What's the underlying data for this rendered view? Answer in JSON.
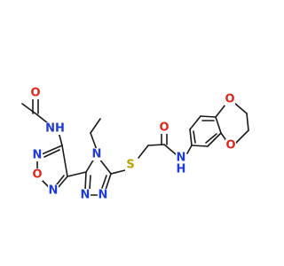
{
  "molecule": {
    "atom_labels": {
      "nh_amide_left": "NH",
      "o_acetyl": "O",
      "o_furazan": "O",
      "n_furazan_a": "N",
      "n_furazan_b": "N",
      "n_triazole_4": "N",
      "n_triazole_1": "N",
      "n_triazole_2": "N",
      "s_thioether": "S",
      "o_amide_right": "O",
      "nh_amide_right": "N",
      "h_amide_right": "H",
      "o_dioxane_top": "O",
      "o_dioxane_bottom": "O"
    },
    "colors": {
      "nitrogen": "#1f3bd6",
      "oxygen": "#e0261b",
      "sulfur": "#b8a400",
      "carbon_bond": "#1a1a1a"
    }
  }
}
